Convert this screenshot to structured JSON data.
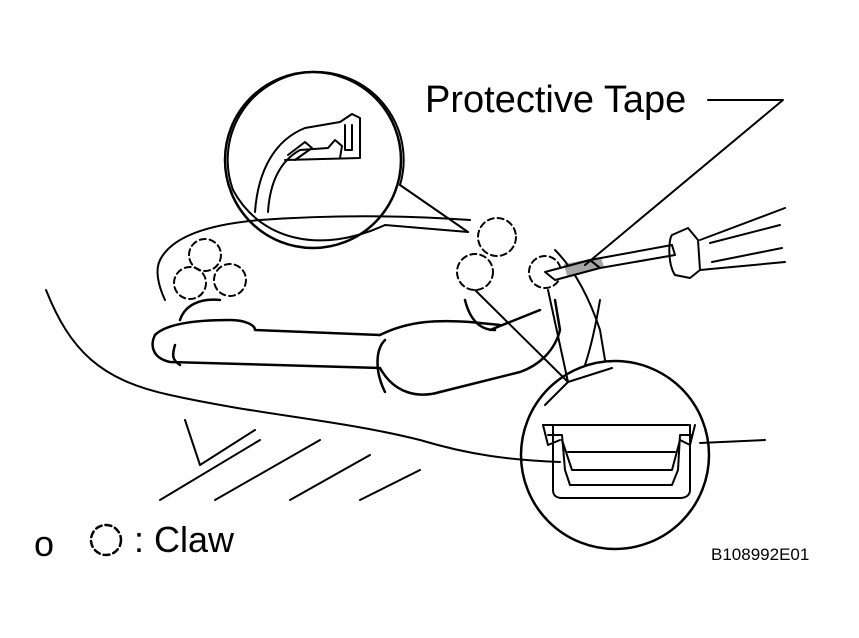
{
  "callout": {
    "label": "Protective Tape"
  },
  "legend": {
    "prefix": "o",
    "text": ": Claw",
    "symbol_icon": "dashed-circle-icon"
  },
  "figure": {
    "id": "B108992E01"
  },
  "colors": {
    "line": "#000000",
    "background": "#ffffff"
  }
}
